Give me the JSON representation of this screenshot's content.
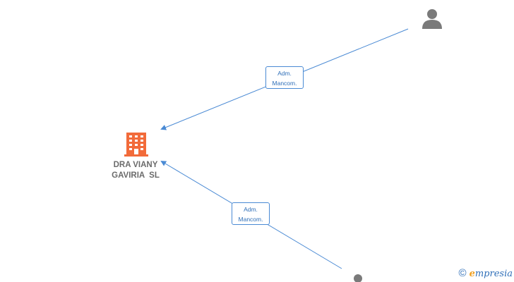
{
  "company": {
    "name": "DRA VIANY\nGAVIRIA  SL",
    "icon": "building-icon",
    "color": "#f26b3a"
  },
  "persons": [
    {
      "icon": "person-icon"
    },
    {
      "icon": "person-icon"
    }
  ],
  "edges": [
    {
      "label_line1": "Adm.",
      "label_line2": "Mancom."
    },
    {
      "label_line1": "Adm.",
      "label_line2": "Mancom."
    }
  ],
  "colors": {
    "edge": "#4a8ad4",
    "person": "#7a7a7a"
  },
  "watermark": {
    "symbol": "©",
    "brand_initial": "e",
    "brand_rest": "mpresia"
  }
}
